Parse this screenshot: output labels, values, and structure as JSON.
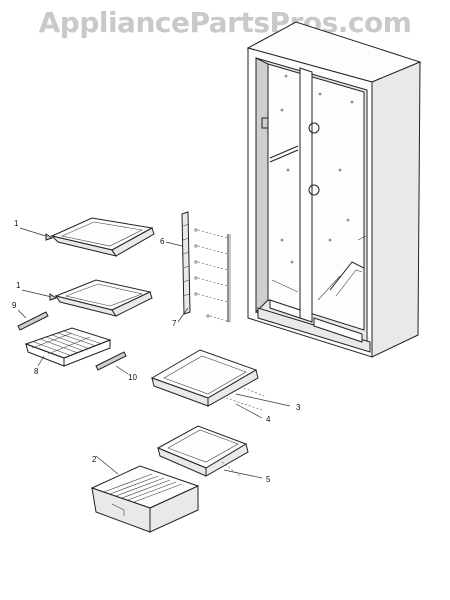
{
  "watermark": "AppliancePartsPros.com",
  "callouts": {
    "c1a": "1",
    "c1b": "1",
    "c2": "2",
    "c3": "3",
    "c4": "4",
    "c5": "5",
    "c6": "6",
    "c7": "7",
    "c8": "8",
    "c9": "9",
    "c10": "10"
  }
}
